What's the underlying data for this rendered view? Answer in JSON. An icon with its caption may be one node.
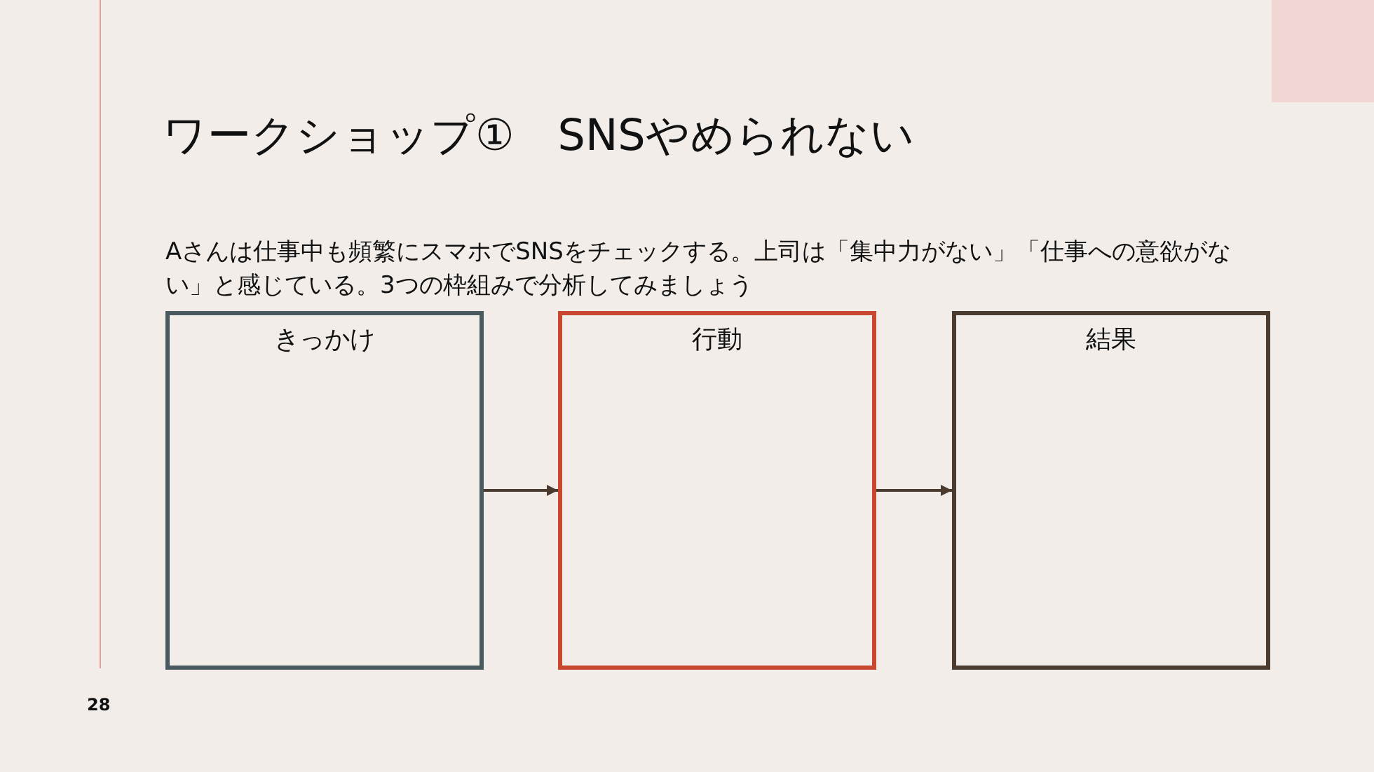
{
  "diagram": {
    "title": "ワークショップ①　SNSやめられない",
    "nodes": [
      {
        "text": [
          "きっかけ"
        ]
      },
      {
        "text": [
          "行動"
        ]
      },
      {
        "text": [
          "結果"
        ]
      }
    ],
    "edges": [
      {
        "from": 0,
        "to": 1,
        "arrow": "to"
      },
      {
        "from": 1,
        "to": 2,
        "arrow": "to"
      }
    ],
    "labels": [
      "Aさんは仕事中も頻繁にスマホでSNSをチェックする。上司は「集中力がない」「仕事への意欲がない」と感じている。3つの枠組みで分析してみましょう",
      "28"
    ]
  }
}
